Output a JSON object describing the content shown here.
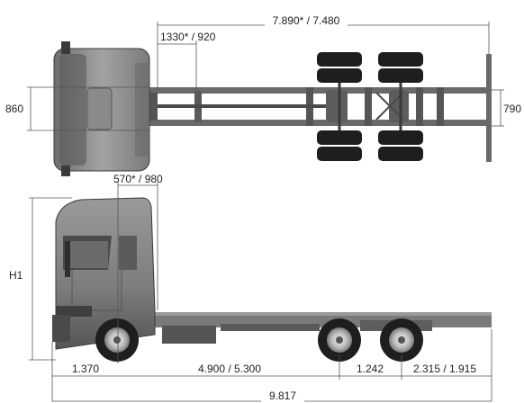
{
  "dimensions": {
    "overall_frame": "7.890* / 7.480",
    "front_offset_top": "1330* / 920",
    "front_track": "860",
    "rear_frame_width": "790",
    "front_offset_side": "570* / 980",
    "height": "H1",
    "front_overhang": "1.370",
    "wheelbase": "4.900 / 5.300",
    "axle_spacing": "1.242",
    "rear_overhang": "2.315 / 1.915",
    "overall_length": "9.817"
  },
  "colors": {
    "cab_body": "#8e8e8e",
    "cab_dark": "#4a4a4a",
    "tire": "#1e1e1e",
    "frame": "#6a6a6a",
    "dimension_line": "#555555"
  }
}
